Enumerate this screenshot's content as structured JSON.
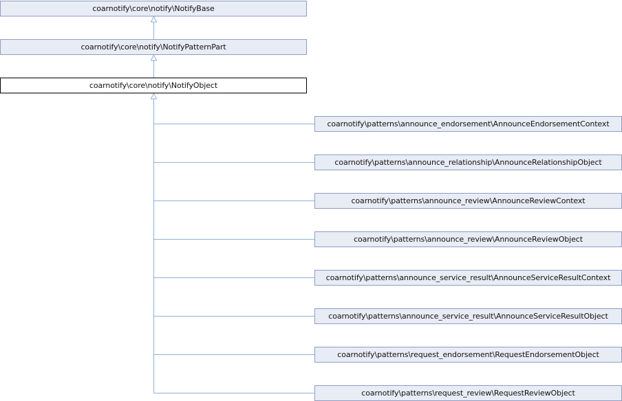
{
  "colors": {
    "node_fill": "#e8ecf5",
    "node_border": "#8f9cc4",
    "current_fill": "#ffffff",
    "current_border": "#000000",
    "edge": "#8fb2d8"
  },
  "ancestors": [
    {
      "label": "coarnotify\\core\\notify\\NotifyBase"
    },
    {
      "label": "coarnotify\\core\\notify\\NotifyPatternPart"
    }
  ],
  "current": {
    "label": "coarnotify\\core\\notify\\NotifyObject"
  },
  "children": [
    {
      "label": "coarnotify\\patterns\\announce_endorsement\\AnnounceEndorsementContext"
    },
    {
      "label": "coarnotify\\patterns\\announce_relationship\\AnnounceRelationshipObject"
    },
    {
      "label": "coarnotify\\patterns\\announce_review\\AnnounceReviewContext"
    },
    {
      "label": "coarnotify\\patterns\\announce_review\\AnnounceReviewObject"
    },
    {
      "label": "coarnotify\\patterns\\announce_service_result\\AnnounceServiceResultContext"
    },
    {
      "label": "coarnotify\\patterns\\announce_service_result\\AnnounceServiceResultObject"
    },
    {
      "label": "coarnotify\\patterns\\request_endorsement\\RequestEndorsementObject"
    },
    {
      "label": "coarnotify\\patterns\\request_review\\RequestReviewObject"
    }
  ]
}
